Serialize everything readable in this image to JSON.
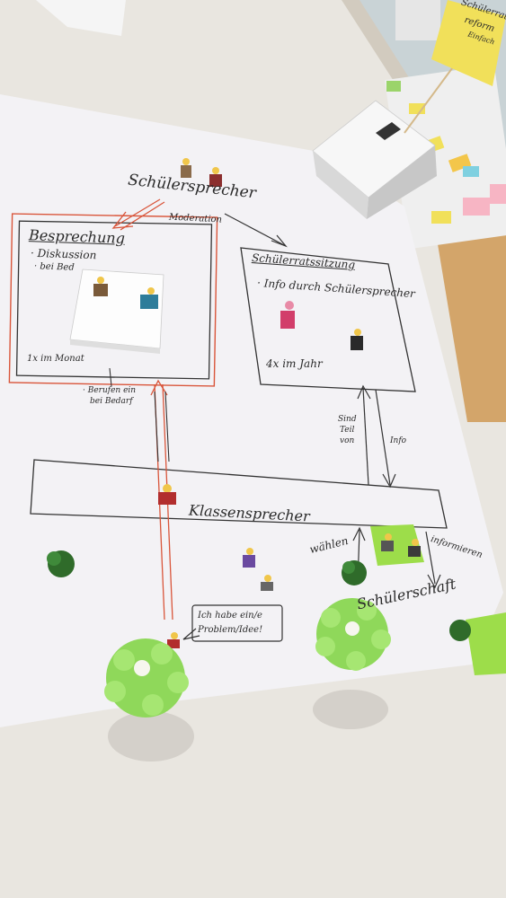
{
  "note": {
    "line1": "Schülerrat-",
    "line2": "reform",
    "line3": "Einfach"
  },
  "poster": {
    "schuelersprecher": "Schülersprecher",
    "moderation": "Moderation",
    "besprechung": {
      "title": "Besprechung",
      "item1": "· Diskussion",
      "item2": "· bei Bed",
      "frequency": "1x im Monat"
    },
    "berufen": {
      "line1": "· Berufen ein",
      "line2": "bei Bedarf"
    },
    "schuelerratssitzung": {
      "title": "Schülerratssitzung",
      "item1": "· Info durch Schülersprecher",
      "frequency": "4x im Jahr"
    },
    "sind_teil_von": {
      "line1": "Sind",
      "line2": "Teil",
      "line3": "von"
    },
    "info": "Info",
    "klassensprecher": "Klassensprecher",
    "waehlen": "wählen",
    "informieren": "informieren",
    "schuelerschaft": "Schülerschaft",
    "speech": {
      "line1": "Ich habe ein/e",
      "line2": "Problem/Idee!"
    }
  },
  "colors": {
    "table": "#e9e6e0",
    "paper": "#f3f2f5",
    "red_line": "#d9553a",
    "ink": "#2a2a2a",
    "green_moss": "#8fd85a",
    "felt": "#9ddd4a",
    "sticky_yellow": "#f1e05a",
    "box": "#ecebea"
  }
}
